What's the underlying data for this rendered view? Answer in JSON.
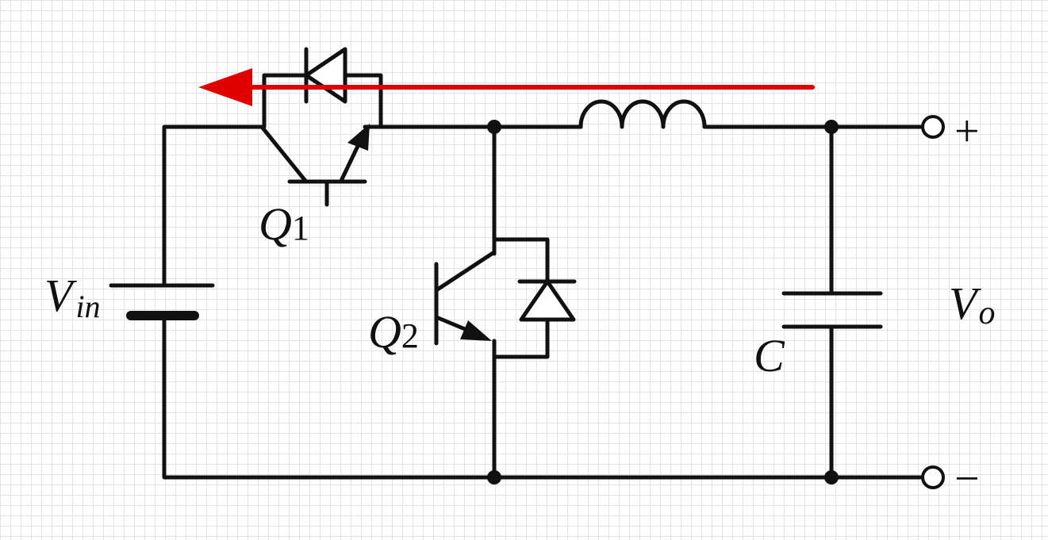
{
  "labels": {
    "vin_main": "V",
    "vin_sub": "in",
    "q1_main": "Q",
    "q1_sub": "1",
    "q2_main": "Q",
    "q2_sub": "2",
    "cap": "C",
    "vo_main": "V",
    "vo_sub": "o",
    "plus": "+",
    "minus": "−"
  },
  "colors": {
    "wire": "#111111",
    "current_arrow": "#e00000",
    "grid": "#e3e3e3"
  }
}
